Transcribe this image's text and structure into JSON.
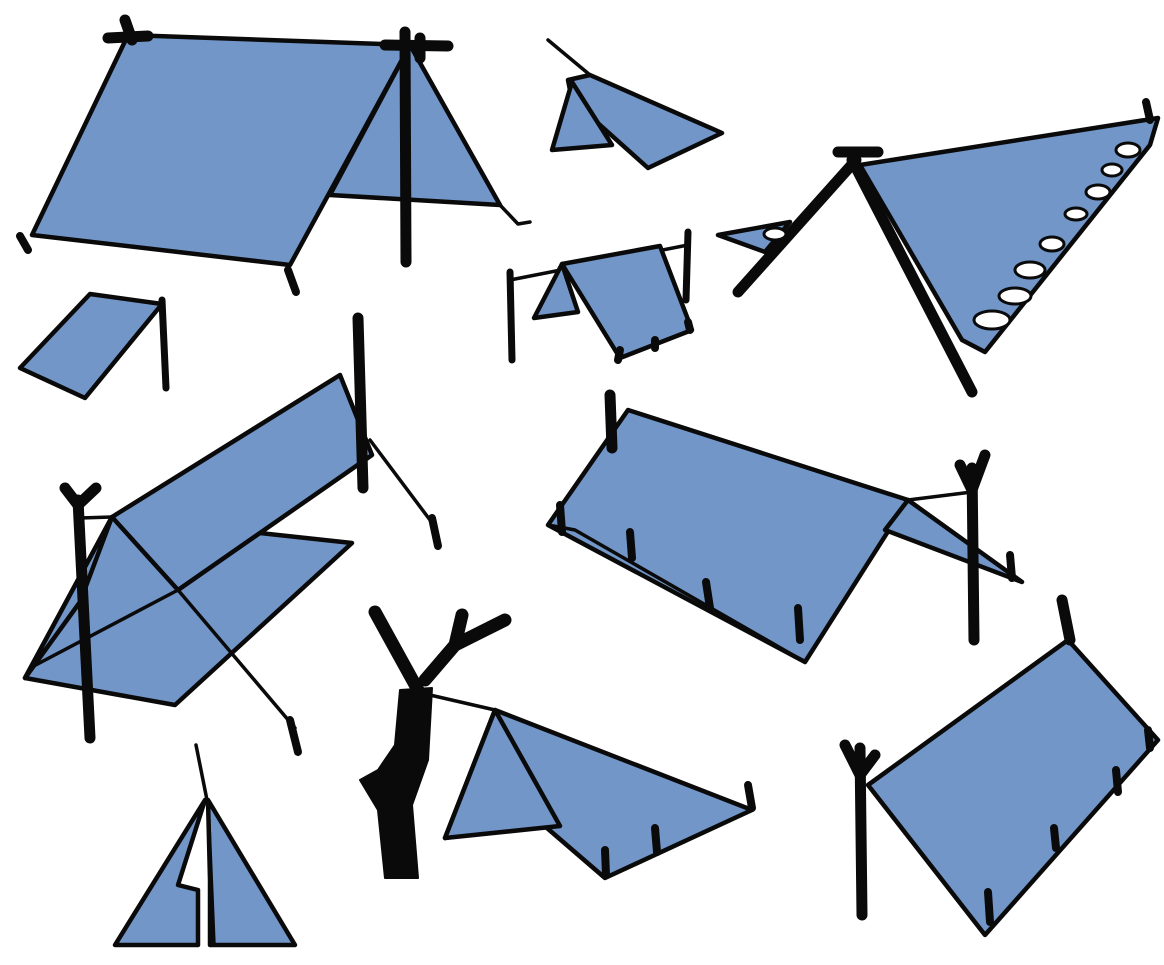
{
  "colors": {
    "tarp": "#7396c9",
    "ink": "#0a0a0a",
    "background": "#ffffff"
  },
  "figures": [
    "a-frame-tent",
    "small-wedge-shelter",
    "lean-to-with-stones",
    "line-tarp-wall",
    "small-lean-to",
    "ridgeline-tarp-with-side-flaps",
    "pitched-tarp-on-poles",
    "tree-tied-wedge-tarp",
    "tarp-tipi",
    "single-pole-lean-to"
  ]
}
